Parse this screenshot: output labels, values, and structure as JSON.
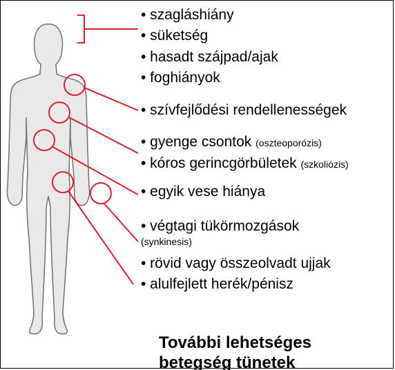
{
  "colors": {
    "marker": "#dd1e2f",
    "body_fill": "#e9e9e9",
    "body_outline": "#6f6f6f",
    "text": "#000000"
  },
  "symptoms": [
    {
      "text": "• szagláshiány",
      "note": ""
    },
    {
      "text": "• süketség",
      "note": ""
    },
    {
      "text": "• hasadt szájpad/ajak",
      "note": ""
    },
    {
      "text": "• foghiányok",
      "note": ""
    },
    {
      "text": "• szívfejlődési rendellenességek",
      "note": ""
    },
    {
      "text": "• gyenge csontok",
      "note": "(oszteoporózis)"
    },
    {
      "text": "• kóros gerincgörbületek",
      "note": "(szkoliózis)"
    },
    {
      "text": "• egyik vese hiánya",
      "note": ""
    },
    {
      "text": "• végtagi tükörmozgások",
      "note": ""
    },
    {
      "text": "• rövid vagy összeolvadt ujjak",
      "note": ""
    },
    {
      "text": "• alulfejlett herék/pénisz",
      "note": ""
    }
  ],
  "mirror_movement_note": "(synkinesis)",
  "caption_lines": [
    "További lehetséges",
    "betegség tünetek"
  ]
}
